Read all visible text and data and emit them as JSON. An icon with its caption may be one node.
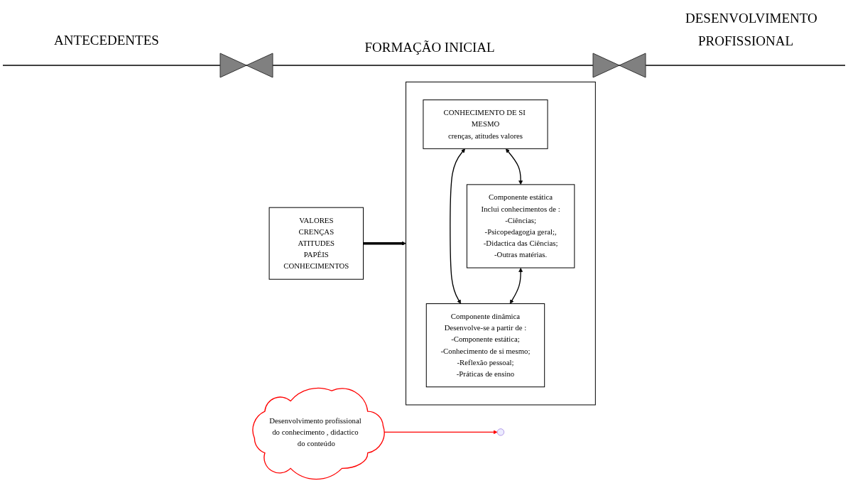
{
  "diagram": {
    "nodes": [
      {
        "text": [
          "VALORES",
          "CRENÇAS",
          "ATITUDES",
          "PAPÉIS",
          "CONHECIMENTOS"
        ]
      },
      {
        "text": [],
        "shape": "box"
      },
      {
        "text": [
          "CONHECIMENTO DE SI MESMO",
          "crenças, atitudes valores"
        ],
        "in": 1
      },
      {
        "text": [
          "Componente estática",
          "Inclui conhecimentos de :",
          "-Ciências;",
          "-Psicopedagogia geral;,",
          "-Didactica das Ciências;",
          "-Outras matérias."
        ],
        "in": 1
      },
      {
        "text": [
          "Componente dinâmica",
          "Desenvolve-se a partir de :",
          "-Componente estática;",
          "-Conhecimento de si mesmo;",
          "-Reflexão pessoal;",
          "-Práticas de ensino"
        ],
        "in": 1
      },
      {
        "text": [
          "Desenvolvimento profissional do conhecimento , didactico do conteúdo"
        ]
      }
    ],
    "edges": [
      {
        "from": 0,
        "to": 1,
        "arrow": "to",
        "style": "thick"
      },
      {
        "from": 2,
        "to": 3,
        "arrow": "both"
      },
      {
        "from": 2,
        "to": 4,
        "arrow": "both"
      },
      {
        "from": 3,
        "to": 4,
        "arrow": "both"
      },
      {
        "from": 5,
        "to": null,
        "arrow": "to",
        "color": "#ff0000"
      }
    ],
    "labels": [
      "ANTECEDENTES",
      "FORMAÇÃO INICIAL",
      "DESENVOLVIMENTO PROFISSIONAL"
    ]
  }
}
